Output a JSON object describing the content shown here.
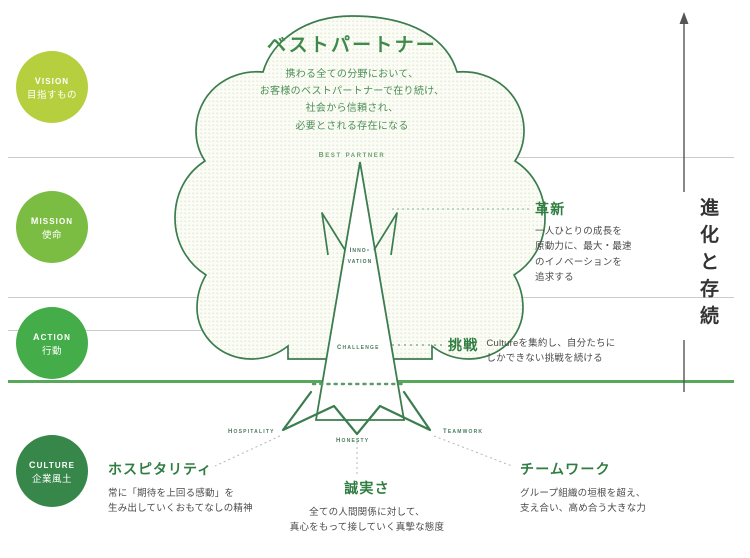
{
  "categories": [
    {
      "en": "Vision",
      "jp": "目指すもの",
      "color": "#b5cf3f"
    },
    {
      "en": "Mission",
      "jp": "使命",
      "color": "#7bbd42"
    },
    {
      "en": "Action",
      "jp": "行動",
      "color": "#44ad49"
    },
    {
      "en": "Culture",
      "jp": "企業風土",
      "color": "#37864a"
    }
  ],
  "canopy": {
    "title": "ベストパートナー",
    "line1": "携わる全ての分野において、",
    "line2": "お客様のベストパートナーで在り続け、",
    "line3": "社会から信頼され、",
    "line4": "必要とされる存在になる",
    "caption": "Best Partner"
  },
  "trunk": {
    "label_line1": "Inno-",
    "label_line2": "vation"
  },
  "nodes": {
    "challenge": "Challenge",
    "hospitality": "Hospitality",
    "honesty": "Honesty",
    "teamwork": "Teamwork"
  },
  "annotations": {
    "innovation": {
      "title": "革新",
      "line1": "一人ひとりの成長を",
      "line2": "原動力に、最大・最速",
      "line3": "のイノベーションを",
      "line4": "追求する"
    },
    "challenge": {
      "title": "挑戦",
      "line1": "Cultureを集約し、自分たちに",
      "line2": "しかできない挑戦を続ける"
    },
    "hospitality": {
      "title": "ホスピタリティ",
      "line1": "常に「期待を上回る感動」を",
      "line2": "生み出していくおもてなしの精神"
    },
    "honesty": {
      "title": "誠実さ",
      "line1": "全ての人間関係に対して、",
      "line2": "真心をもって接していく真摯な態度"
    },
    "teamwork": {
      "title": "チームワーク",
      "line1": "グループ組織の垣根を超え、",
      "line2": "支え合い、高め合う大きな力"
    }
  },
  "right_axis": {
    "char1": "進",
    "char2": "化",
    "char3": "と",
    "char4": "存",
    "char5": "続"
  },
  "colors": {
    "tree_stroke": "#3b7d4f",
    "canopy_fill": "#f7f9ee",
    "divider": "#c9cdc9",
    "divider_strong": "#57a85a",
    "axis": "#555555"
  }
}
